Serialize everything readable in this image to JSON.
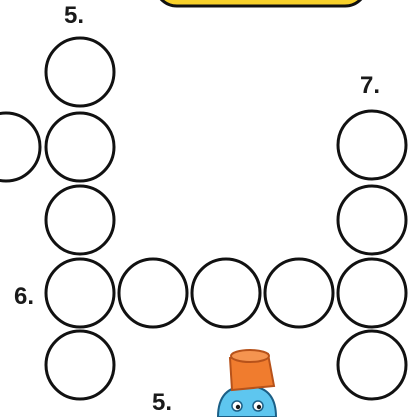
{
  "labels": {
    "top": "5.",
    "right": "7.",
    "left": "6.",
    "bottom": "5."
  },
  "colors": {
    "banner_fill": "#f8d12a",
    "outline": "#111111",
    "mascot_cap": "#f07c2e",
    "mascot_body": "#5ec6ef"
  },
  "icons": {
    "mascot": "blue-droplet-mascot-icon"
  }
}
